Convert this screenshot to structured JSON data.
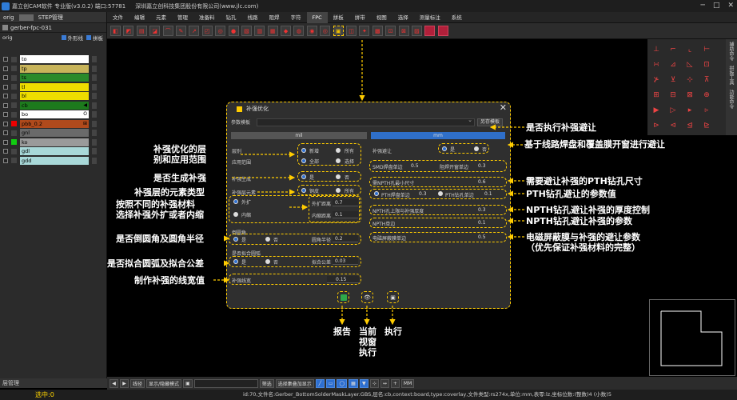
{
  "titlebar": {
    "app_title": "嘉立创CAM软件 专业版(v3.0.2) 端口:57781",
    "company": "深圳嘉立创科技集团股份有限公司(www.jlc.com)",
    "win_buttons": [
      "─",
      "□",
      "✕"
    ]
  },
  "leftpanel": {
    "tabs": [
      "orig",
      "STEP管理"
    ],
    "job": "gerber-fpc-031",
    "step": "orig",
    "opt_outline": "外形线",
    "opt_panel": "拼板",
    "layers": [
      {
        "name": "to",
        "color": "#ffffff",
        "tag": ""
      },
      {
        "name": "tp",
        "color": "#c8b45a",
        "tag": ""
      },
      {
        "name": "ts",
        "color": "#2a8a2a",
        "tag": ""
      },
      {
        "name": "tl",
        "color": "#eedd00",
        "tag": ""
      },
      {
        "name": "bl",
        "color": "#eedd00",
        "tag": ""
      },
      {
        "name": "cb",
        "color": "#1d7a1d",
        "tag": "◀"
      },
      {
        "name": "bo",
        "color": "#ffffff",
        "tag": "O"
      },
      {
        "name": "pbb_0.2",
        "color": "#b04a1c",
        "tag": "⊞"
      },
      {
        "name": "gnl",
        "color": "#6a6a6a",
        "tag": ""
      },
      {
        "name": "ko",
        "color": "#9a9a9a",
        "tag": ""
      },
      {
        "name": "gdl",
        "color": "#a8d8d8",
        "tag": ""
      },
      {
        "name": "gdd",
        "color": "#a8d8d8",
        "tag": ""
      }
    ],
    "bottom_tab": "层管理"
  },
  "menubar": {
    "items": [
      "文件",
      "编辑",
      "元素",
      "管理",
      "准备料",
      "钻孔",
      "线路",
      "阻焊",
      "字符",
      "FPC",
      "拼板",
      "拼带",
      "视图",
      "选择",
      "测量标注",
      "系统"
    ],
    "active": "FPC"
  },
  "dialog": {
    "title": "补强优化",
    "close": "✕",
    "param_label": "参数模板",
    "save_template": "另存模板",
    "unit_mil": "mil",
    "unit_mm": "mm",
    "layer_label": "层别",
    "layer_opt_new": "新增",
    "layer_opt_all": "所有",
    "apply_label": "应用范围",
    "apply_opt_all": "全部",
    "apply_opt_selected": "选择",
    "gen_label": "补强生成",
    "gen_yes": "是",
    "gen_no": "否",
    "elem_label": "补强层元素",
    "elem_opt_a": "铜皮",
    "elem_opt_b": "所有",
    "outer_label": "外扩",
    "inner_label": "内缩",
    "outer_dist_label": "外扩距离",
    "outer_dist_value": "0.7",
    "inner_dist_label": "内缩距离",
    "inner_dist_value": "0.1",
    "round_section": "倒圆角",
    "round_yes": "是",
    "round_no": "否",
    "round_radius_label": "圆角半径",
    "round_radius_value": "0.2",
    "arc_section": "是否拟合圆弧",
    "arc_yes": "是",
    "arc_no": "否",
    "arc_tol_label": "拟合公差",
    "arc_tol_value": "0.03",
    "linewidth_label": "补强线宽",
    "linewidth_value": "0.15",
    "avoid_label": "补强避让",
    "avoid_yes": "是",
    "avoid_no": "否",
    "smd_label": "SMD焊盘单边",
    "smd_value": "0.5",
    "mask_label": "阻焊开窗单边",
    "mask_value": "0.3",
    "pth_size_label": "需NPTH孔最小尺寸",
    "pth_size_value": "0.6",
    "pth_pad_label": "PTH焊盘单边",
    "pth_pad_value": "0.3",
    "pth_hole_label": "PTH钻孔单边",
    "pth_hole_value": "0.1",
    "npth_thick_label": "NPTH孔上限与补强厚度",
    "npth_thick_value": "0.3",
    "npth_side_label": "NPTH单边",
    "npth_side_value": "0.1",
    "emi_label": "电磁屏蔽膜单边",
    "emi_value": "0.5"
  },
  "annotations": {
    "layer_range": "补强优化的层\n别和应用范围",
    "gen": "是否生成补强",
    "elem": "补强层的元素类型",
    "inout": "按照不同的补强材料\n选择补强外扩或者内缩",
    "round": "是否倒圆角及圆角半径",
    "arc": "是否拟合圆弧及拟合公差",
    "linewidth": "制作补强的线宽值",
    "avoid": "是否执行补强避让",
    "smd": "基于线路焊盘和覆盖膜开窗进行避让",
    "pth_size": "需要避让补强的PTH钻孔尺寸",
    "pth_param": "PTH钻孔避让的参数值",
    "npth_thick": "NPTH钻孔避让补强的厚度控制",
    "npth_param": "NPTH钻孔避让补强的参数",
    "emi": "电磁屏蔽膜与补强的避让参数\n（优先保证补强材料的完整）",
    "report": "报告",
    "view": "当前\n视窗\n执行",
    "exec": "执行"
  },
  "rightpanel": {
    "vtabs": [
      "辅助命令",
      "拼板工具",
      "功能命令"
    ]
  },
  "bottombar": {
    "mode": "线径",
    "show_btn": "显示/隐藏模式",
    "select_label": "筛选",
    "select_mode": "选择集叠加显示",
    "unit": "MM"
  },
  "statusbar": {
    "selected": "选中:0",
    "info": "id:70,文件名:Gerber_BottomSolderMaskLayer.GBS,层名:cb,context:board,type:coverlay,文件类型:rs274x,单位:mm,表零:lz,坐标位数:(整数)4 (小数)5"
  },
  "colors": {
    "accent": "#ffcc00",
    "primary": "#2e6fd0",
    "background": "#000000"
  }
}
